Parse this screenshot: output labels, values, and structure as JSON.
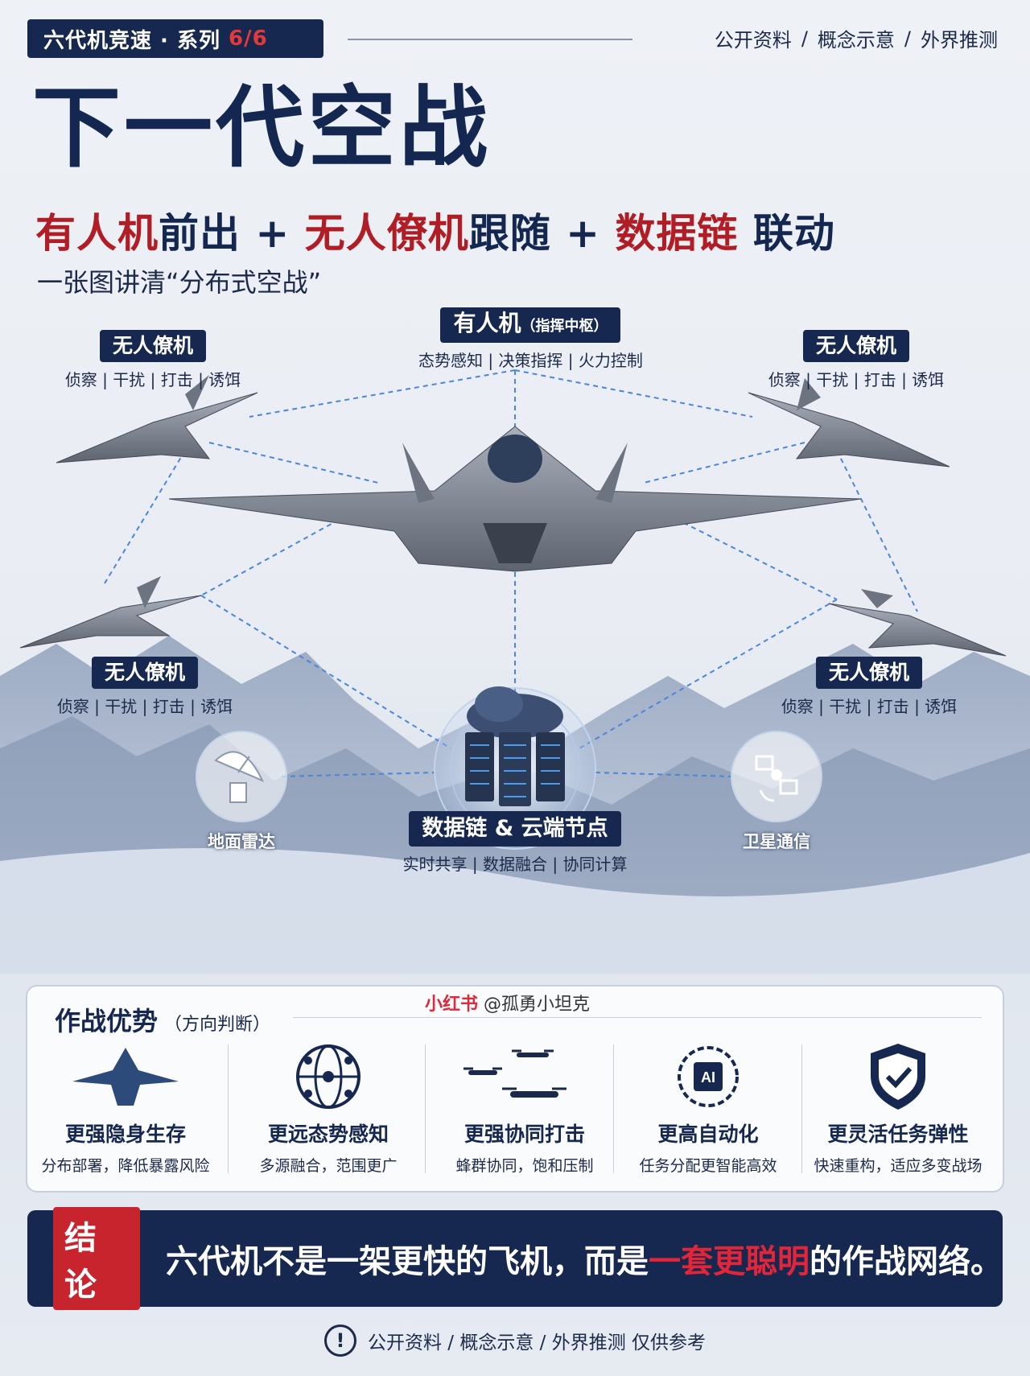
{
  "header": {
    "series_label": "六代机竞速 · 系列",
    "series_num": "6/6",
    "tags": [
      "公开资料",
      "概念示意",
      "外界推测"
    ],
    "separator": "/"
  },
  "title": "下一代空战",
  "subtitle": {
    "p1": "有人机",
    "p2": "前出 + ",
    "p3": "无人僚机",
    "p4": "跟随 + ",
    "p5": "数据链",
    "p6": " 联动"
  },
  "tagline": "一张图讲清“分布式空战”",
  "diagram": {
    "manned": {
      "label": "有人机",
      "label_small": "（指挥中枢）",
      "sub": "态势感知 | 决策指挥 | 火力控制"
    },
    "drone_tl": {
      "label": "无人僚机",
      "sub": "侦察 | 干扰 | 打击 | 诱饵"
    },
    "drone_tr": {
      "label": "无人僚机",
      "sub": "侦察 | 干扰 | 打击 | 诱饵"
    },
    "drone_bl": {
      "label": "无人僚机",
      "sub": "侦察 | 干扰 | 打击 | 诱饵"
    },
    "drone_br": {
      "label": "无人僚机",
      "sub": "侦察 | 干扰 | 打击 | 诱饵"
    },
    "cloud": {
      "label": "数据链 & 云端节点",
      "sub": "实时共享 | 数据融合 | 协同计算"
    },
    "radar": {
      "label": "地面雷达"
    },
    "satellite": {
      "label": "卫星通信"
    }
  },
  "advantages": {
    "heading": "作战优势",
    "heading_note": "（方向判断）",
    "watermark_brand": "小红书",
    "watermark_user": "@孤勇小坦克",
    "items": [
      {
        "icon": "stealth-jet-icon",
        "name": "更强隐身生存",
        "desc": "分布部署，降低暴露风险"
      },
      {
        "icon": "network-globe-icon",
        "name": "更远态势感知",
        "desc": "多源融合，范围更广"
      },
      {
        "icon": "drone-swarm-icon",
        "name": "更强协同打击",
        "desc": "蜂群协同，饱和压制"
      },
      {
        "icon": "ai-chip-icon",
        "name": "更高自动化",
        "desc": "任务分配更智能高效"
      },
      {
        "icon": "shield-check-icon",
        "name": "更灵活任务弹性",
        "desc": "快速重构，适应多变战场"
      }
    ]
  },
  "conclusion": {
    "tag": "结论",
    "text_a": "六代机不是一架更快的飞机，而是",
    "text_red": "一套更聪明",
    "text_b": "的作战网络。"
  },
  "footer": {
    "text": "公开资料  /  概念示意  /  外界推测  仅供参考"
  },
  "colors": {
    "navy": "#16284f",
    "accent_red": "#b11d25",
    "link_blue": "#4a86d9"
  }
}
